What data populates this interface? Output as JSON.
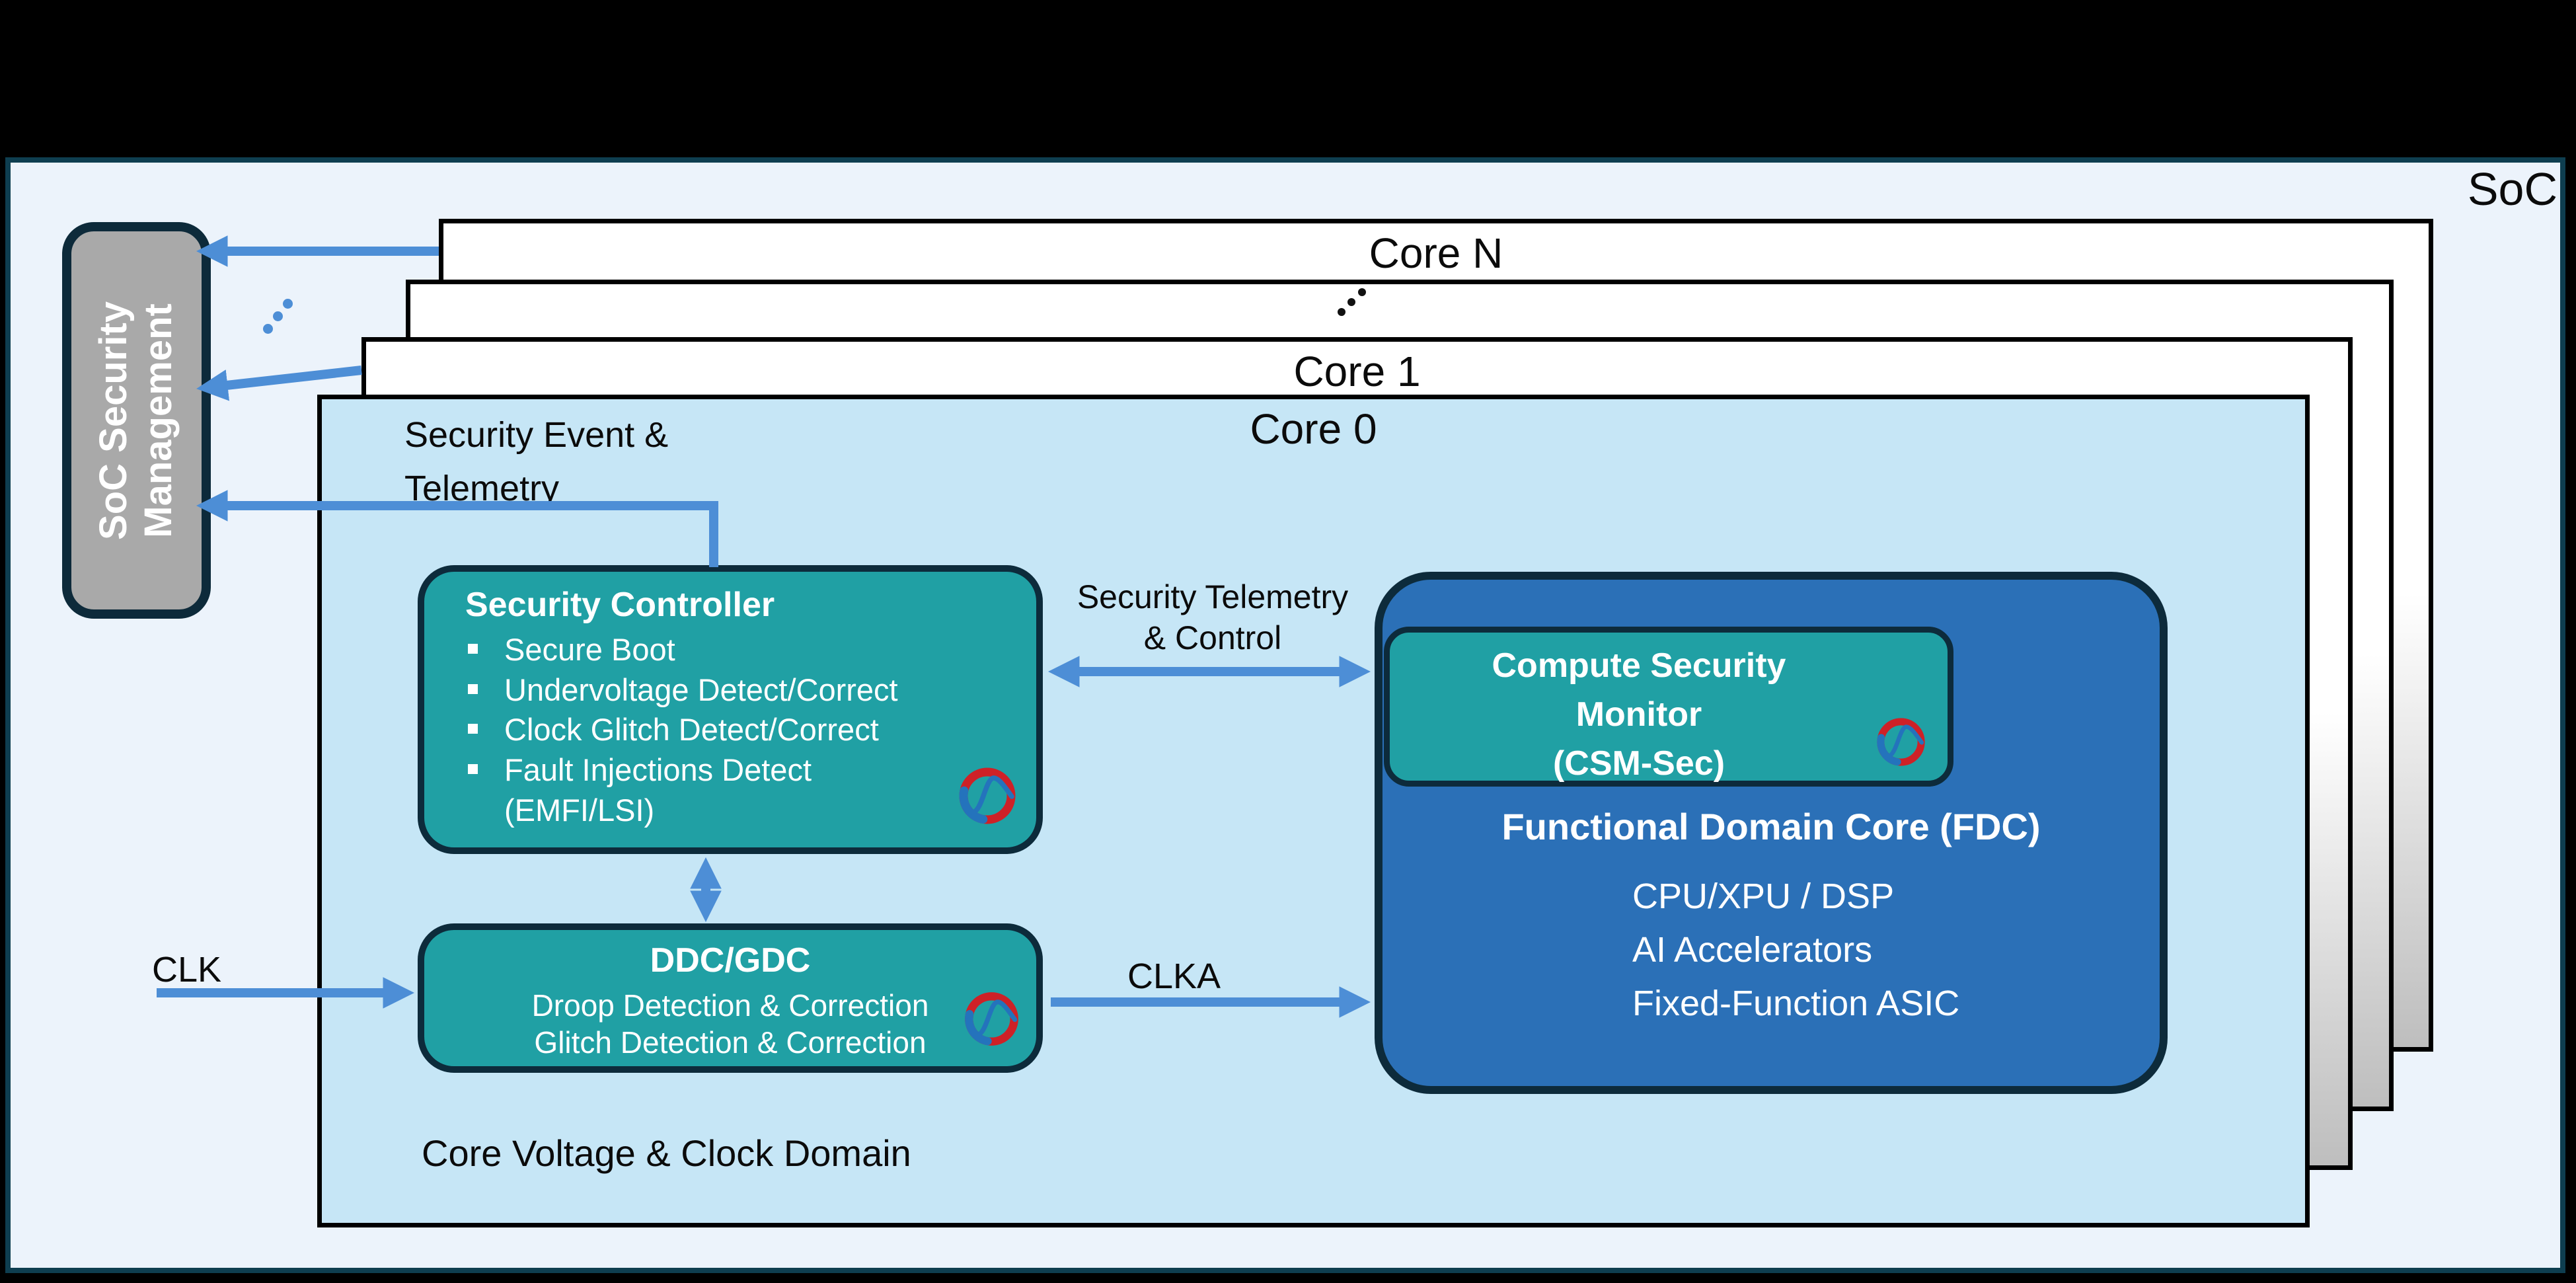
{
  "soc_label": "SoC",
  "soc_management": {
    "line1": "SoC Security",
    "line2": "Management"
  },
  "cores": {
    "core_n": "Core N",
    "core_1": "Core 1",
    "core_0": "Core 0"
  },
  "security_controller": {
    "title": "Security Controller",
    "items": [
      "Secure Boot",
      "Undervoltage Detect/Correct",
      "Clock Glitch Detect/Correct",
      "Fault Injections Detect",
      "(EMFI/LSI)"
    ]
  },
  "ddc": {
    "title": "DDC/GDC",
    "line1": "Droop Detection & Correction",
    "line2": "Glitch Detection & Correction"
  },
  "fdc": {
    "csm": {
      "line1": "Compute Security",
      "line2": "Monitor",
      "line3": "(CSM-Sec)"
    },
    "title": "Functional Domain Core (FDC)",
    "items": [
      "CPU/XPU / DSP",
      "AI Accelerators",
      "Fixed-Function ASIC"
    ]
  },
  "labels": {
    "security_event_line1": "Security Event &",
    "security_event_line2": "Telemetry",
    "security_telemetry_line1": "Security Telemetry",
    "security_telemetry_line2": "& Control",
    "clk": "CLK",
    "clka": "CLKA",
    "core_domain": "Core Voltage & Clock Domain"
  },
  "icons": {
    "sine_logo": "sine-wave-ring-logo",
    "stack_ellipsis": "diagonal-ellipsis",
    "arrow": "blue-connector-arrow"
  },
  "colors": {
    "background_black": "#000000",
    "soc_background": "#ECF3FB",
    "soc_border": "#0E3E50",
    "core0_fill": "#C6E6F6",
    "card_gradient_bottom": "#BEBEBE",
    "teal_fill": "#20A0A4",
    "fdc_blue_fill": "#2B70B7",
    "box_border_navy": "#0D2B3B",
    "gray_fill": "#A9A9A9",
    "arrow_blue": "#4D8ED6",
    "logo_red": "#CE2127",
    "logo_blue": "#2473BC",
    "text_black": "#0B0B0B",
    "text_white": "#FFFFFF"
  }
}
